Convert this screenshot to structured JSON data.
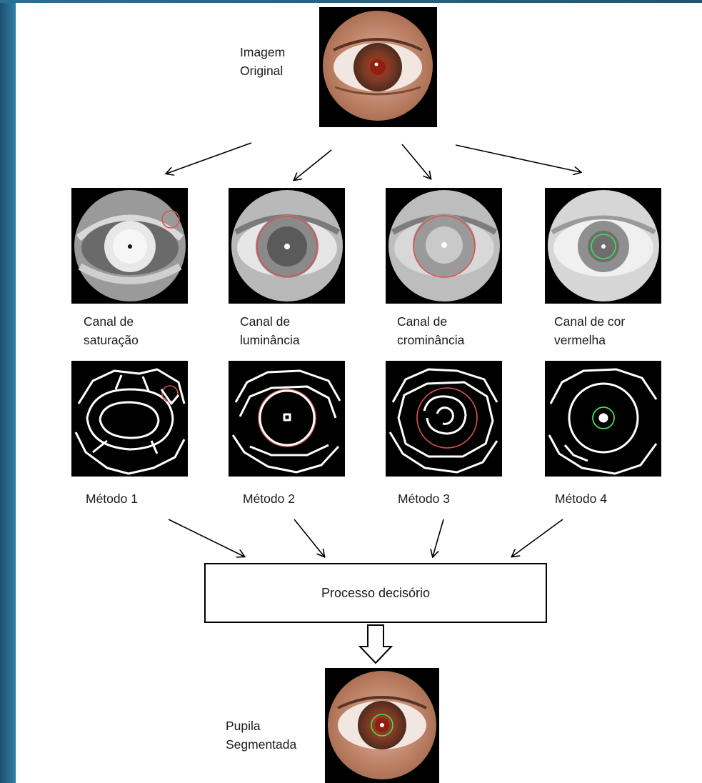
{
  "colors": {
    "frame_blue_dark": "#1d4f6e",
    "frame_blue_light": "#2f7fa6",
    "outline_red": "#d9534f",
    "outline_green": "#3ee05a"
  },
  "original": {
    "caption": "Imagem\nOriginal"
  },
  "channels": [
    {
      "caption": "Canal de\nsaturação",
      "method": "Método 1"
    },
    {
      "caption": "Canal de\nluminância",
      "method": "Método 2"
    },
    {
      "caption": "Canal de\ncrominância",
      "method": "Método 3"
    },
    {
      "caption": "Canal de cor\nvermelha",
      "method": "Método 4"
    }
  ],
  "decision": {
    "label": "Processo decisório"
  },
  "result": {
    "caption": "Pupila\nSegmentada"
  }
}
